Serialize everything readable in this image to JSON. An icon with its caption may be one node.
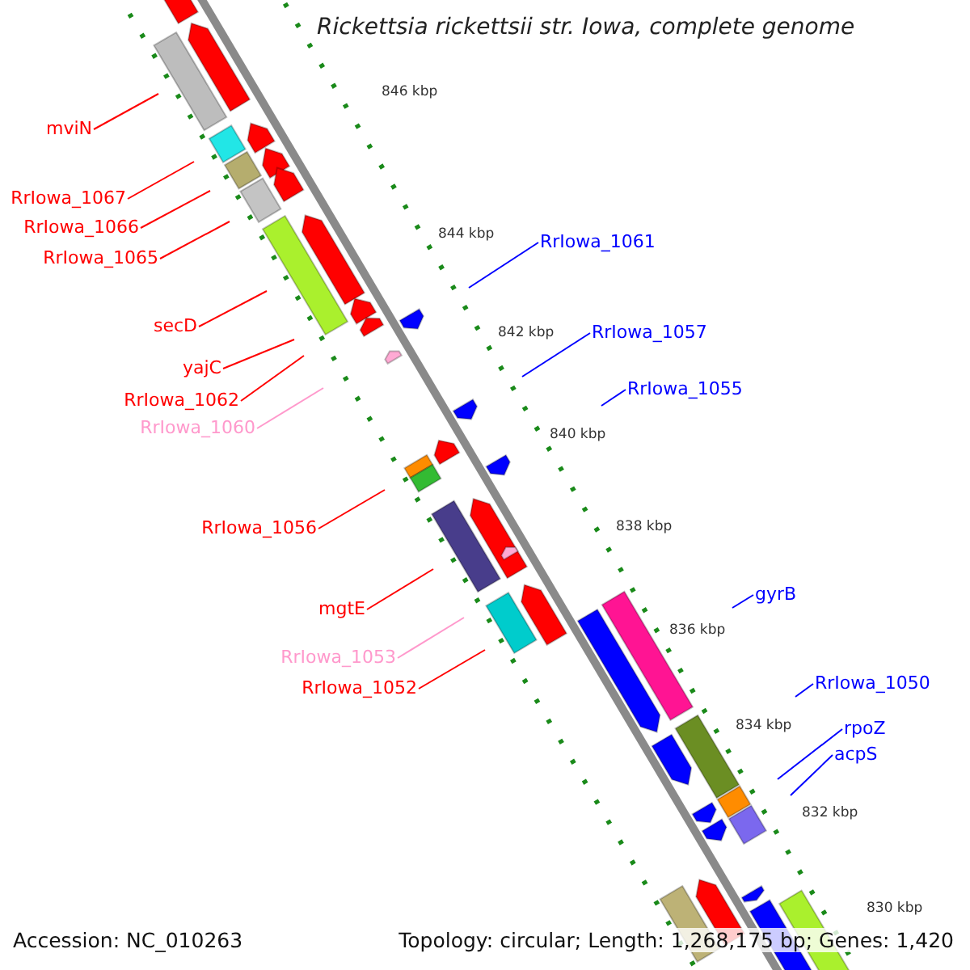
{
  "diagram": {
    "title": "Rickettsia rickettsii str. Iowa, complete genome",
    "nodes": [
      {
        "text": [
          "mviN"
        ]
      },
      {
        "text": [
          "RrIowa_1067"
        ]
      },
      {
        "text": [
          "RrIowa_1066"
        ]
      },
      {
        "text": [
          "RrIowa_1061"
        ]
      },
      {
        "text": [
          "RrIowa_1065"
        ]
      },
      {
        "text": [
          "secD"
        ]
      },
      {
        "text": [
          "RrIowa_1057"
        ]
      },
      {
        "text": [
          "yajC"
        ]
      },
      {
        "text": [
          "RrIowa_1055"
        ]
      },
      {
        "text": [
          "RrIowa_1062"
        ]
      },
      {
        "text": [
          "RrIowa_1060"
        ]
      },
      {
        "text": [
          "RrIowa_1056"
        ]
      },
      {
        "text": [
          "gyrB"
        ]
      },
      {
        "text": [
          "mgtE"
        ]
      },
      {
        "text": [
          "RrIowa_1053"
        ]
      },
      {
        "text": [
          "RrIowa_1050"
        ]
      },
      {
        "text": [
          "RrIowa_1052"
        ]
      },
      {
        "text": [
          "rpoZ"
        ]
      },
      {
        "text": [
          "acpS"
        ]
      }
    ],
    "edges": [
      {
        "from": 0,
        "to": null,
        "arrow": "none"
      },
      {
        "from": 1,
        "to": null,
        "arrow": "none"
      },
      {
        "from": 2,
        "to": null,
        "arrow": "none"
      },
      {
        "from": 3,
        "to": null,
        "arrow": "none",
        "color": "#0000ff"
      },
      {
        "from": 4,
        "to": null,
        "arrow": "none"
      },
      {
        "from": 5,
        "to": null,
        "arrow": "none"
      },
      {
        "from": 6,
        "to": null,
        "arrow": "none",
        "color": "#0000ff"
      },
      {
        "from": 7,
        "to": null,
        "arrow": "none"
      },
      {
        "from": 8,
        "to": null,
        "arrow": "none",
        "color": "#0000ff"
      },
      {
        "from": 9,
        "to": null,
        "arrow": "none"
      },
      {
        "from": 10,
        "to": null,
        "arrow": "none",
        "color": "#ff99cc"
      },
      {
        "from": 11,
        "to": null,
        "arrow": "none"
      },
      {
        "from": 12,
        "to": null,
        "arrow": "none",
        "color": "#0000ff"
      },
      {
        "from": 13,
        "to": null,
        "arrow": "none"
      },
      {
        "from": 14,
        "to": null,
        "arrow": "none",
        "color": "#ff99cc"
      },
      {
        "from": 15,
        "to": null,
        "arrow": "none",
        "color": "#0000ff"
      },
      {
        "from": 16,
        "to": null,
        "arrow": "none"
      },
      {
        "from": 17,
        "to": null,
        "arrow": "none",
        "color": "#0000ff"
      },
      {
        "from": 18,
        "to": null,
        "arrow": "none",
        "color": "#0000ff"
      }
    ],
    "labels": [
      "846 kbp",
      "844 kbp",
      "842 kbp",
      "840 kbp",
      "838 kbp",
      "836 kbp",
      "834 kbp",
      "832 kbp",
      "830 kbp",
      "Accession: NC_010263",
      "Topology: circular; Length: 1,268,175 bp; Genes: 1,420"
    ]
  }
}
